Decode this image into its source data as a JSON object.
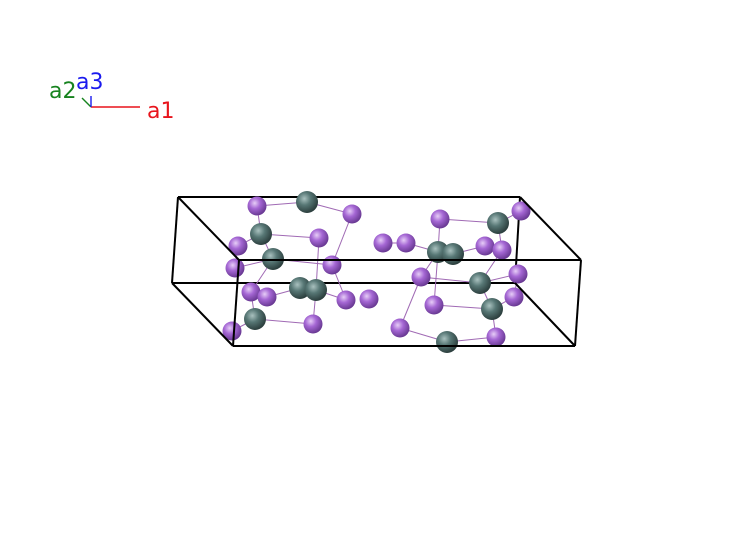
{
  "axes": {
    "a1": {
      "label": "a1",
      "color": "#e8141c"
    },
    "a2": {
      "label": "a2",
      "color": "#17831f"
    },
    "a3": {
      "label": "a3",
      "color": "#1a1aee"
    }
  },
  "colors": {
    "cell_edge": "#000000",
    "bond": "#a06ab4",
    "atom_purple": "#a567d4",
    "atom_teal": "#577775"
  }
}
